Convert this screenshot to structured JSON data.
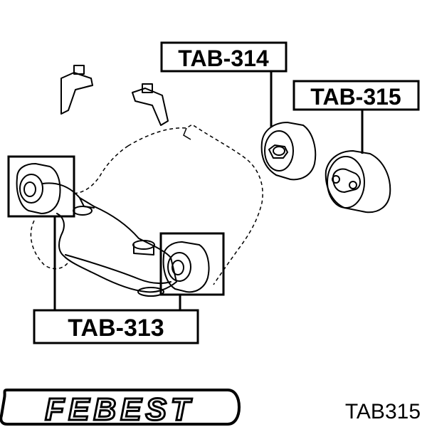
{
  "labels": {
    "tab314": "TAB-314",
    "tab315": "TAB-315",
    "tab313": "TAB-313"
  },
  "brand": {
    "logo_text": "FEBEST"
  },
  "part_code": "TAB315"
}
